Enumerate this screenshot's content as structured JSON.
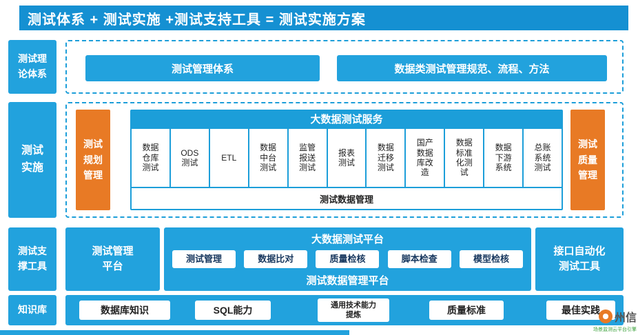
{
  "title": "测试体系 + 测试实施 +测试支持工具 = 测试实施方案",
  "colors": {
    "primary_blue": "#22A2DD",
    "title_blue": "#1590D2",
    "accent_orange": "#E87A25"
  },
  "sidebar": {
    "items": [
      {
        "label": "测试理\n论体系"
      },
      {
        "label": "测试\n实施"
      },
      {
        "label": "测试支\n撑工具"
      },
      {
        "label": "知识库"
      }
    ]
  },
  "theory_row": {
    "boxes": [
      "测试管理体系",
      "数据类测试管理规范、流程、方法"
    ]
  },
  "impl_row": {
    "left": "测试\n规划\n管理",
    "right": "测试\n质量\n管理",
    "header": "大数据测试服务",
    "cells": [
      "数据\n仓库\n测试",
      "ODS\n测试",
      "ETL",
      "数据\n中台\n测试",
      "监管\n报送\n测试",
      "报表\n测试",
      "数据\n迁移\n测试",
      "国产\n数据\n库改\n造",
      "数据\n标准\n化测\n试",
      "数据\n下游\n系统",
      "总账\n系统\n测试"
    ],
    "footer": "测试数据管理"
  },
  "tools_row": {
    "left": "测试管理\n平台",
    "platform_header": "大数据测试平台",
    "buttons": [
      "测试管理",
      "数据比对",
      "质量检核",
      "脚本检查",
      "模型检核"
    ],
    "platform_footer": "测试数据管理平台",
    "right": "接口自动化\n测试工具"
  },
  "knowledge_row": {
    "items": [
      "数据库知识",
      "SQL能力",
      "通用技术能力\n提炼",
      "质量标准",
      "最佳实践"
    ]
  },
  "logo": {
    "company": "州信",
    "watermark": "场景监测云平台引擎"
  }
}
